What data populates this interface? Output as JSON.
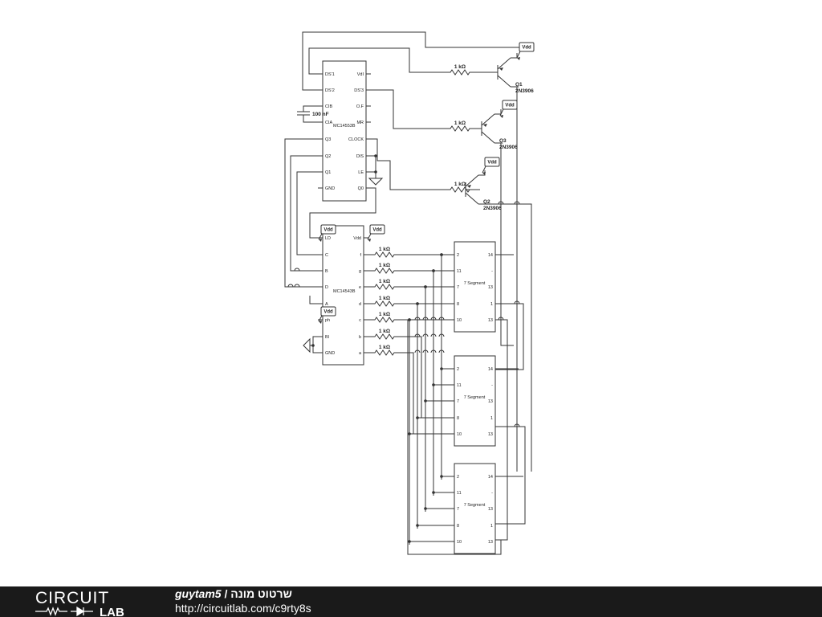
{
  "schematic": {
    "ic_upper": {
      "part": "MC14553B",
      "left_pins": [
        "DS'1",
        "DS'2",
        "CIB",
        "CIA",
        "Q3",
        "Q2",
        "Q1",
        "GND"
      ],
      "right_pins": [
        "VdI",
        "DS'3",
        "O.F",
        "MR",
        "CLOCK",
        "DIS",
        "LE",
        "Q0"
      ]
    },
    "ic_lower": {
      "part": "MC14543B",
      "left_pins": [
        "LD",
        "C",
        "B",
        "D",
        "A",
        "ph",
        "BI",
        "GND"
      ],
      "right_pins": [
        "Vdd",
        "f",
        "g",
        "e",
        "d",
        "c",
        "b",
        "a"
      ]
    },
    "capacitor": "100 nF",
    "resistor_value": "1 kΩ",
    "supply": "Vdd",
    "transistors": [
      {
        "ref": "Q1",
        "part": "2N3906"
      },
      {
        "ref": "Q3",
        "part": "2N3906"
      },
      {
        "ref": "Q2",
        "part": "2N3906"
      }
    ],
    "display": {
      "name": "7 Segment",
      "left_pins": [
        "2",
        "11",
        "7",
        "8",
        "10"
      ],
      "right_pins": [
        "14",
        "-",
        "13",
        "1",
        "13"
      ]
    }
  },
  "footer": {
    "logo_top": "CIRCUIT",
    "logo_bottom": "LAB",
    "author": "guytam5",
    "separator": " / ",
    "title": "שרטוט מונה",
    "url": "http://circuitlab.com/c9rty8s"
  }
}
